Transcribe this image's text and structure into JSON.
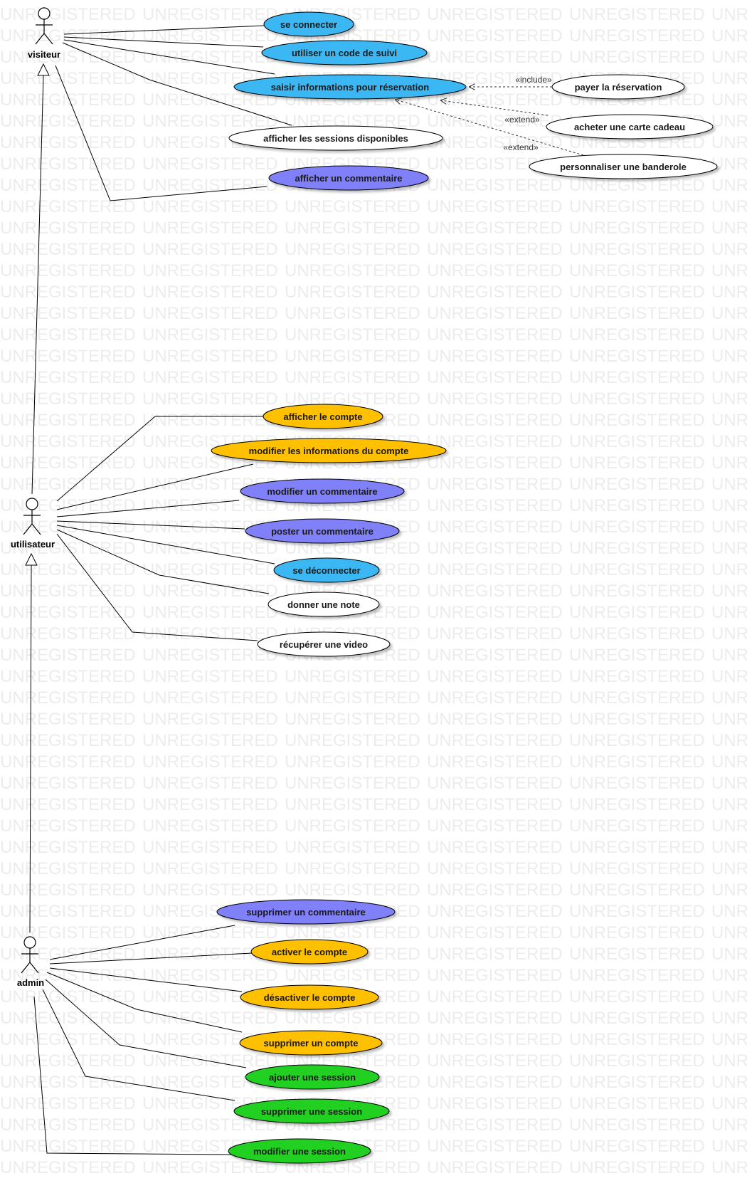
{
  "watermark": "UNREGISTERED",
  "colors": {
    "blue": "#3bb8f3",
    "purple": "#8080f8",
    "orange": "#ffc000",
    "green": "#22d022",
    "white": "#ffffff"
  },
  "actors": {
    "visiteur": "visiteur",
    "utilisateur": "utilisateur",
    "admin": "admin"
  },
  "use_cases": {
    "se_connecter": "se connecter",
    "code_suivi": "utiliser un code de suivi",
    "saisir_reservation": "saisir informations pour réservation",
    "afficher_sessions": "afficher les sessions disponibles",
    "afficher_commentaire": "afficher un commentaire",
    "payer_reservation": "payer la réservation",
    "carte_cadeau": "acheter une carte cadeau",
    "banderole": "personnaliser une banderole",
    "afficher_compte": "afficher le compte",
    "modifier_infos_compte": "modifier les informations du compte",
    "modifier_commentaire": "modifier un commentaire",
    "poster_commentaire": "poster un commentaire",
    "se_deconnecter": "se déconnecter",
    "donner_note": "donner une note",
    "recuperer_video": "récupérer une video",
    "supprimer_commentaire": "supprimer un commentaire",
    "activer_compte": "activer le compte",
    "desactiver_compte": "désactiver le compte",
    "supprimer_compte": "supprimer un compte",
    "ajouter_session": "ajouter une session",
    "supprimer_session": "supprimer une session",
    "modifier_session": "modifier une session"
  },
  "relations": {
    "include": "«include»",
    "extend_1": "«extend»",
    "extend_2": "«extend»"
  }
}
